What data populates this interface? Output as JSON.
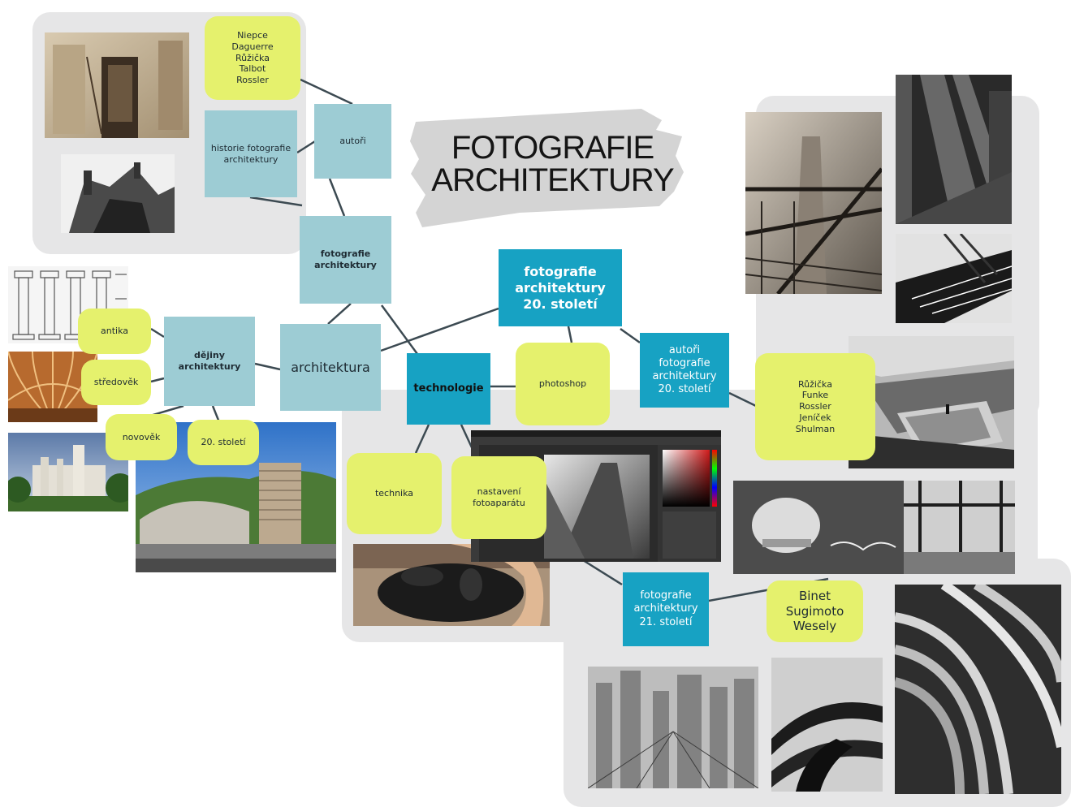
{
  "title": {
    "line1": "FOTOGRAFIE",
    "line2": "ARCHITEKTURY"
  },
  "colors": {
    "teal_light": "#9dccd4",
    "teal_dark": "#17a2c3",
    "yellow": "#e5f16d",
    "panel_gray": "#e6e6e7"
  },
  "nodes": {
    "names_early": "Niepce\nDaguerre\nRůžička\nTalbot\nRossler",
    "autori": "autoři",
    "historie": "historie fotografie\narchitektury",
    "fotografie_architektury": "fotografie\narchitektury",
    "dejiny": "dějiny\narchitektury",
    "architektura": "architektura",
    "antika": "antika",
    "stredovek": "středověk",
    "novovek": "novověk",
    "stoleti20": "20. století",
    "technologie": "technologie",
    "photoshop": "photoshop",
    "foto20": "fotografie\narchitektury\n20. století",
    "autori20": "autoři\nfotografie\narchitektury\n20. století",
    "names20": "Růžička\nFunke\nRossler\nJeníček\nShulman",
    "technika": "technika",
    "nastaveni": "nastavení fotoaparátu",
    "foto21": "fotografie\narchitektury\n21. století",
    "names21": "Binet\nSugimoto\nWesely"
  },
  "images": [
    "early-photo-doorway",
    "early-photo-rooftop",
    "classical-column-orders",
    "gothic-vault",
    "castle-photo",
    "modern-hotel-building",
    "modernist-chimney-photo",
    "station-light-beams-photo",
    "staircase-diagonal-photo",
    "pool-terrace-photo",
    "broken-wall-seaside-photo",
    "camera-hand-photo",
    "photoshop-screenshot",
    "city-multi-exposure-photo",
    "curved-balcony-photo",
    "curved-interior-photo"
  ]
}
